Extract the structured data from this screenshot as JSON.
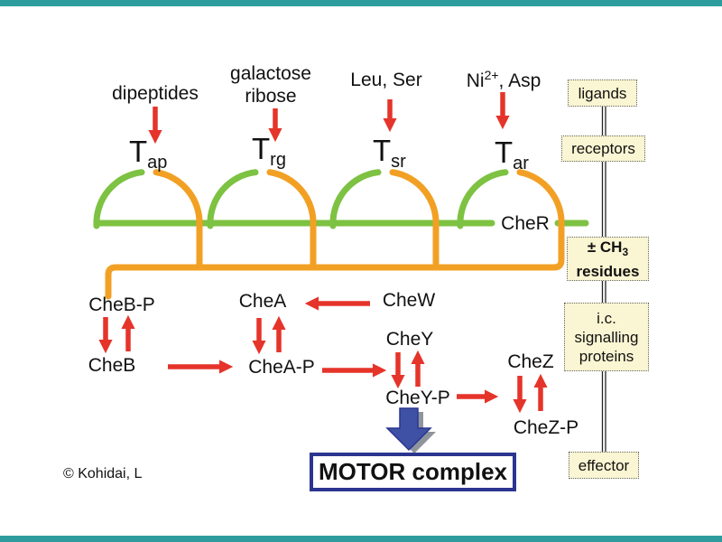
{
  "colors": {
    "teal": "#2E9C9C",
    "orange": "#F2A024",
    "green": "#7DC242",
    "red": "#E5342A",
    "navy": "#2B3590",
    "blueArrow": "#3F51A5",
    "boxFill": "#FAF5D2",
    "shadow": "#8E959C"
  },
  "stimuli": {
    "dipeptides": "dipeptides",
    "galactose": {
      "line1": "galactose",
      "line2": "ribose"
    },
    "leuser": "Leu, Ser",
    "ni": {
      "pre": "Ni",
      "sup": "2+",
      "post": ", Asp"
    }
  },
  "receptors": [
    {
      "letter": "T",
      "sub": "ap"
    },
    {
      "letter": "T",
      "sub": "rg"
    },
    {
      "letter": "T",
      "sub": "sr"
    },
    {
      "letter": "T",
      "sub": "ar"
    }
  ],
  "membrane": {
    "cheR": "CheR"
  },
  "proteins": {
    "cheBP": "CheB-P",
    "cheB": "CheB",
    "cheA": "CheA",
    "cheW": "CheW",
    "cheAP": "CheA-P",
    "cheY": "CheY",
    "cheYP": "CheY-P",
    "cheZ": "CheZ",
    "cheZP": "CheZ-P"
  },
  "motor": {
    "label": "MOTOR complex"
  },
  "copyright": "© Kohidai, L",
  "sidebar": {
    "ligands": "ligands",
    "receptors": "receptors",
    "ch3": {
      "pre": "± CH",
      "sub": "3",
      "line2": "residues"
    },
    "ic": {
      "line1": "i.c.",
      "line2": "signalling",
      "line3": "proteins"
    },
    "effector": "effector"
  }
}
